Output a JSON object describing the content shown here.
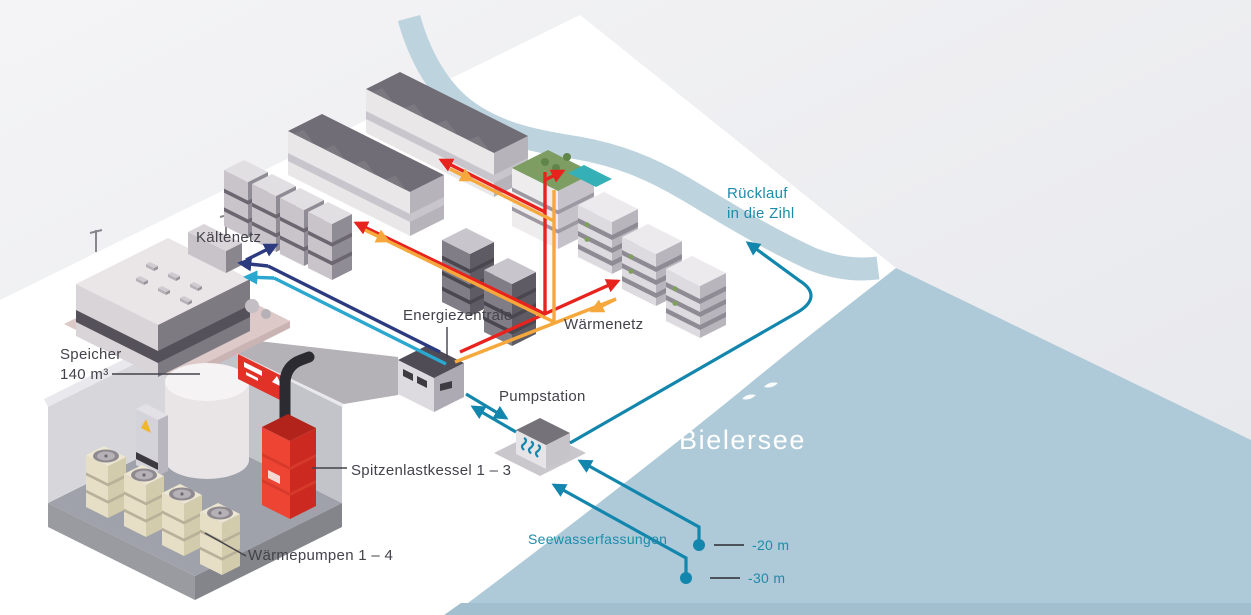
{
  "labels": {
    "kaeltenetz": "Kältenetz",
    "speicher_line1": "Speicher",
    "speicher_line2": "140 m³",
    "energiezentrale": "Energiezentrale",
    "waermenetz": "Wärmenetz",
    "pumpstation": "Pumpstation",
    "ruecklauf_line1": "Rücklauf",
    "ruecklauf_line2": "in die Zihl",
    "bielersee": "Bielersee",
    "seewasserfassungen": "Seewasserfassungen",
    "depth_20": "-20 m",
    "depth_30": "-30 m",
    "spitzenlastkessel": "Spitzenlastkessel 1 – 3",
    "waermepumpen": "Wärmepumpen 1 – 4"
  },
  "colors": {
    "heat_supply_red": "#e8231e",
    "heat_return_orange": "#f6a83c",
    "cold_supply_navy": "#2c3b7f",
    "cold_return_cyan": "#2aa8cf",
    "lake_water_teal": "#1286ad",
    "lake_fill": "#aecad9",
    "river_fill": "#bdd3de",
    "label_dark": "#43424a",
    "label_teal": "#1d8cab",
    "bielersee_text": "#ffffff",
    "boiler_red": "#ee4434"
  }
}
